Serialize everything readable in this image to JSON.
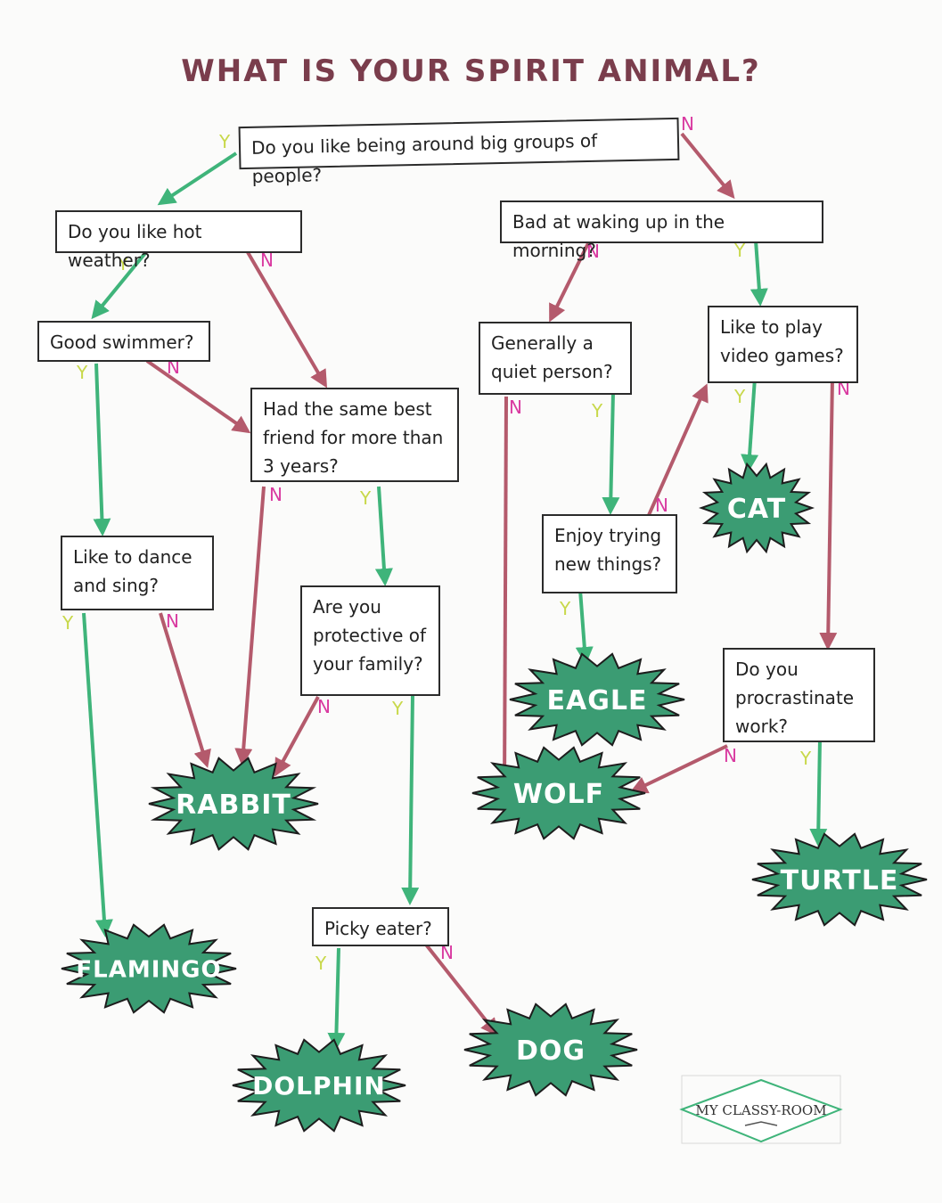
{
  "title": "WHAT IS YOUR SPIRIT ANIMAL?",
  "colors": {
    "yes": "#3fb47a",
    "no": "#b45a6c",
    "burst": "#3b9c73",
    "title": "#7a3d4c",
    "yes_label": "#c8d84a",
    "no_label": "#d93aa0"
  },
  "questions": {
    "q_groups": "Do you like being around big groups of people?",
    "q_hot": "Do you like hot weather?",
    "q_waking": "Bad at waking up in the morning?",
    "q_swimmer": "Good swimmer?",
    "q_bestfriend": "Had the same best\nfriend for more than\n3 years?",
    "q_quiet": "Generally a\nquiet person?",
    "q_videogames": "Like to play\nvideo games?",
    "q_dance": "Like to dance\nand sing?",
    "q_protective": "Are you\nprotective of\nyour family?",
    "q_newthings": "Enjoy trying\nnew things?",
    "q_procrastinate": "Do you\nprocrastinate\nwork?",
    "q_picky": "Picky eater?"
  },
  "animals": {
    "cat": "CAT",
    "eagle": "EAGLE",
    "rabbit": "RABBIT",
    "wolf": "WOLF",
    "turtle": "TURTLE",
    "flamingo": "FLAMINGO",
    "dolphin": "DOLPHIN",
    "dog": "DOG"
  },
  "labels": {
    "yes": "Y",
    "no": "N"
  },
  "logo": {
    "text": "MY CLASSY-ROOM"
  }
}
